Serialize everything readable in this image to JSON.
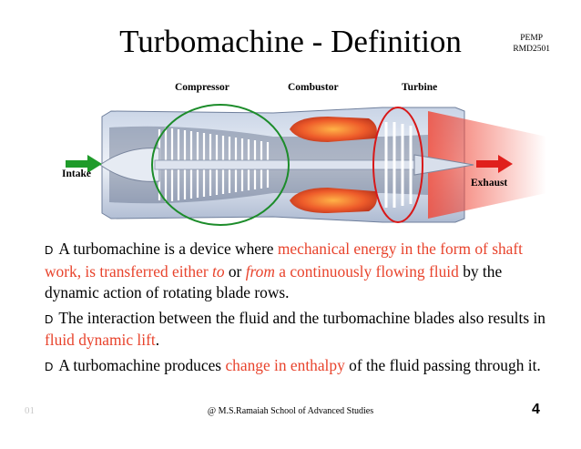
{
  "header": {
    "title": "Turbomachine - Definition",
    "corner_line1": "PEMP",
    "corner_line2": "RMD2501"
  },
  "diagram": {
    "labels": {
      "compressor": "Compressor",
      "combustor": "Combustor",
      "turbine": "Turbine",
      "intake": "Intake",
      "exhaust": "Exhaust"
    },
    "colors": {
      "intake_arrow": "#1f9b2a",
      "exhaust_arrow": "#e0201c",
      "compressor_ring": "#1c8c2a",
      "turbine_ring": "#d81818",
      "flame": "#e8502a"
    }
  },
  "bullets": [
    {
      "marker": "D",
      "parts": [
        {
          "text": "A turbomachine is a device where ",
          "color": "black"
        },
        {
          "text": "mechanical energy in the form of shaft work, is transferred either ",
          "color": "red"
        },
        {
          "text": "to",
          "color": "red",
          "italic": true
        },
        {
          "text": " or ",
          "color": "black"
        },
        {
          "text": "from",
          "color": "red",
          "italic": true
        },
        {
          "text": " a continuously flowing ",
          "color": "red"
        },
        {
          "text": "fluid",
          "color": "red"
        },
        {
          "text": " by the dynamic action of rotating blade rows.",
          "color": "black"
        }
      ]
    },
    {
      "marker": "D",
      "parts": [
        {
          "text": "The interaction between the fluid and the turbomachine blades also results in ",
          "color": "black"
        },
        {
          "text": "fluid dynamic lift",
          "color": "red"
        },
        {
          "text": ".",
          "color": "black"
        }
      ]
    },
    {
      "marker": "D",
      "parts": [
        {
          "text": "A turbomachine produces ",
          "color": "black"
        },
        {
          "text": "change in enthalpy",
          "color": "red"
        },
        {
          "text": " of the fluid passing through it.",
          "color": "black"
        }
      ]
    }
  ],
  "footer": {
    "slide_code": "01",
    "credit": "@ M.S.Ramaiah School of Advanced Studies",
    "page": "4"
  }
}
